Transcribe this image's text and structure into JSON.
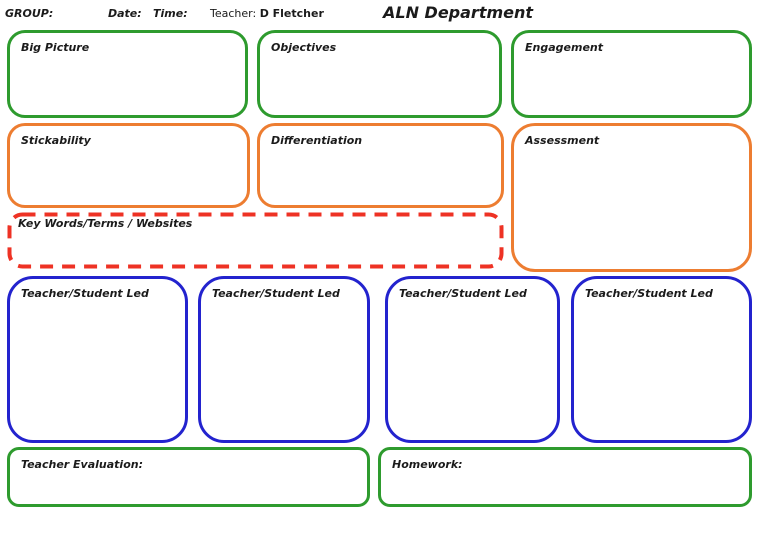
{
  "header": {
    "group_label": "GROUP:",
    "date_label": "Date:",
    "time_label": "Time:",
    "teacher_label": "Teacher:",
    "teacher_name": "D Fletcher",
    "department_title": "ALN Department"
  },
  "sections": {
    "big_picture": "Big Picture",
    "objectives": "Objectives",
    "engagement": "Engagement",
    "stickability": "Stickability",
    "differentiation": "Differentiation",
    "assessment": "Assessment",
    "key_words": "Key Words/Terms / Websites",
    "teacher_led": {
      "items": [
        "Teacher/Student Led",
        "Teacher/Student Led",
        "Teacher/Student Led",
        "Teacher/Student Led"
      ]
    },
    "teacher_evaluation": "Teacher Evaluation:",
    "homework": "Homework:"
  },
  "colors": {
    "green": "#2e9b2e",
    "orange": "#ed7d31",
    "blue": "#2323ce",
    "red": "#ee3224"
  }
}
